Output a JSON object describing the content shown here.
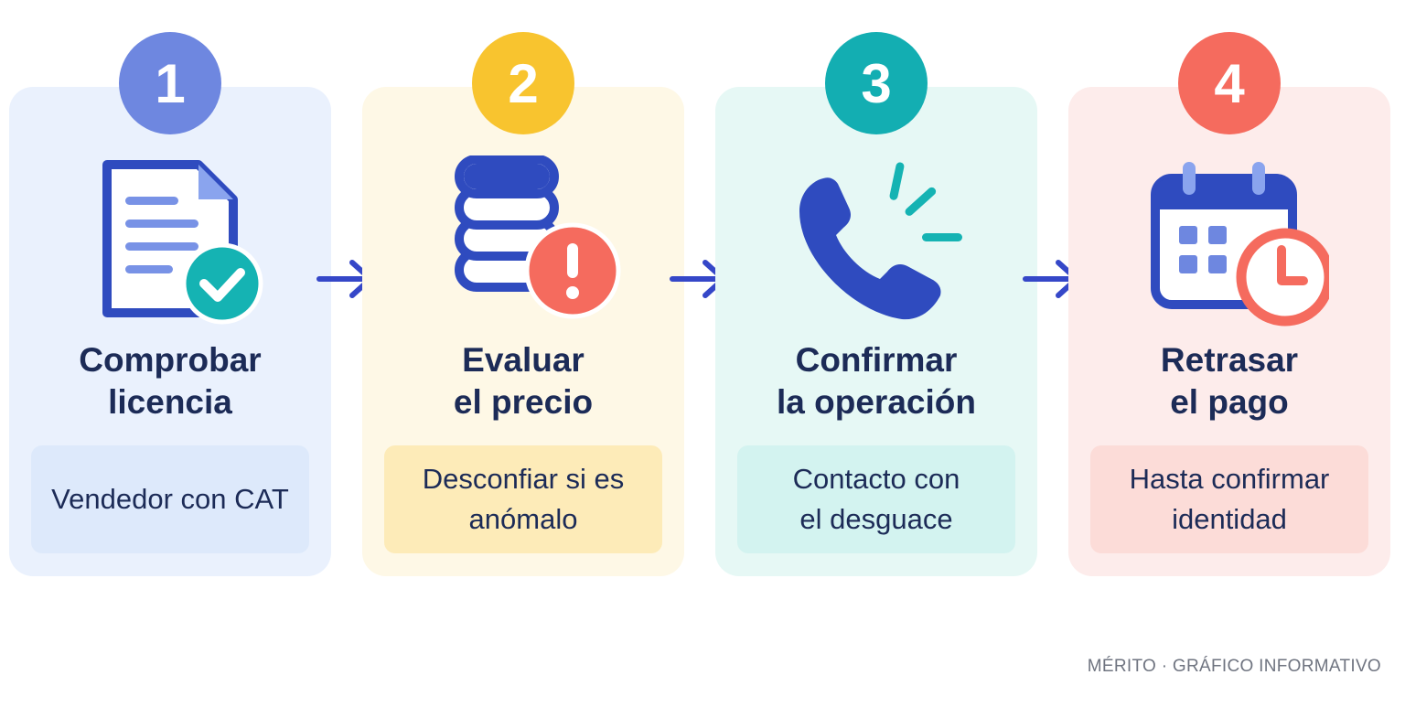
{
  "steps": [
    {
      "number": "1",
      "title": [
        "Comprobar",
        "licencia"
      ],
      "note": [
        "Vendedor con CAT"
      ],
      "icon": "document-check-icon",
      "badge_color": "#6e87e0",
      "card_color": "#eaf1fd",
      "note_color": "#dde9fb"
    },
    {
      "number": "2",
      "title": [
        "Evaluar",
        "el precio"
      ],
      "note": [
        "Desconfiar si es",
        "anómalo"
      ],
      "icon": "coins-alert-icon",
      "badge_color": "#f8c42f",
      "card_color": "#fef8e6",
      "note_color": "#fdebb8"
    },
    {
      "number": "3",
      "title": [
        "Confirmar",
        "la operación"
      ],
      "note": [
        "Contacto con",
        "el desguace"
      ],
      "icon": "phone-call-icon",
      "badge_color": "#13aeb2",
      "card_color": "#e6f8f5",
      "note_color": "#d3f3f0"
    },
    {
      "number": "4",
      "title": [
        "Retrasar",
        "el pago"
      ],
      "note": [
        "Hasta confirmar",
        "identidad"
      ],
      "icon": "calendar-clock-icon",
      "badge_color": "#f56b5e",
      "card_color": "#fdeceb",
      "note_color": "#fcdcd8"
    }
  ],
  "colors": {
    "ink": "#1c2b57",
    "icon_blue": "#2f4bbf",
    "arrow": "#3547c8"
  },
  "footer": {
    "credit": "MÉRITO · GRÁFICO INFORMATIVO"
  }
}
